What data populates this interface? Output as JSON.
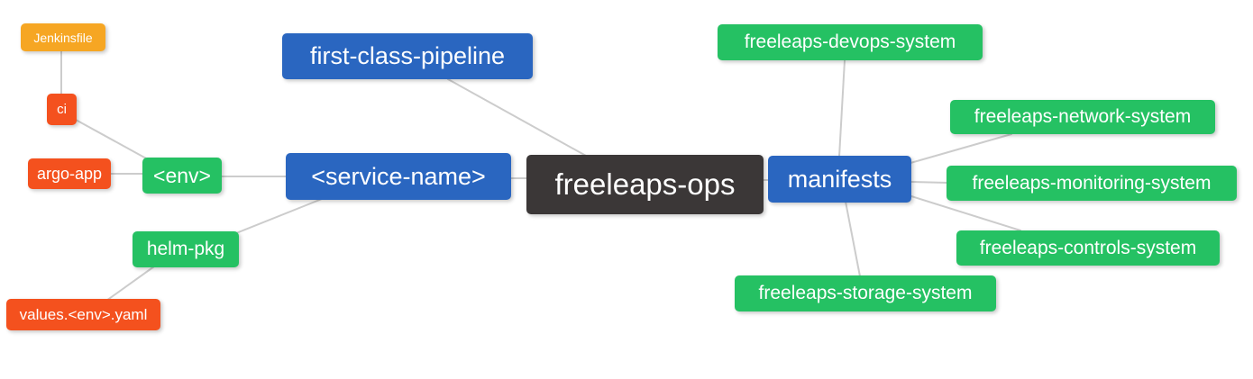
{
  "diagram": {
    "title": "freeleaps-ops repository structure mind map",
    "background_color": "#ffffff",
    "edge_color": "#cccccc",
    "palette": {
      "root_node": "#3b3737",
      "branch_blue": "#2a66c0",
      "branch_green": "#25c163",
      "leaf_red": "#f4511e",
      "leaf_orange": "#f6a623",
      "text": "#ffffff"
    },
    "nodes": {
      "freeleaps_ops": {
        "label": "freeleaps-ops"
      },
      "first_class_pipeline": {
        "label": "first-class-pipeline"
      },
      "service_name": {
        "label": "<service-name>"
      },
      "env": {
        "label": "<env>"
      },
      "ci": {
        "label": "ci"
      },
      "jenkinsfile": {
        "label": "Jenkinsfile"
      },
      "argo_app": {
        "label": "argo-app"
      },
      "helm_pkg": {
        "label": "helm-pkg"
      },
      "values_env_yaml": {
        "label": "values.<env>.yaml"
      },
      "manifests": {
        "label": "manifests"
      },
      "devops_system": {
        "label": "freeleaps-devops-system"
      },
      "network_system": {
        "label": "freeleaps-network-system"
      },
      "monitoring_system": {
        "label": "freeleaps-monitoring-system"
      },
      "controls_system": {
        "label": "freeleaps-controls-system"
      },
      "storage_system": {
        "label": "freeleaps-storage-system"
      }
    },
    "edges": [
      {
        "from": "Jenkinsfile",
        "to": "ci"
      },
      {
        "from": "ci",
        "to": "<env>"
      },
      {
        "from": "argo-app",
        "to": "<env>"
      },
      {
        "from": "<env>",
        "to": "<service-name>"
      },
      {
        "from": "helm-pkg",
        "to": "<service-name>"
      },
      {
        "from": "values.<env>.yaml",
        "to": "helm-pkg"
      },
      {
        "from": "first-class-pipeline",
        "to": "freeleaps-ops"
      },
      {
        "from": "<service-name>",
        "to": "freeleaps-ops"
      },
      {
        "from": "freeleaps-ops",
        "to": "manifests"
      },
      {
        "from": "manifests",
        "to": "freeleaps-devops-system"
      },
      {
        "from": "manifests",
        "to": "freeleaps-network-system"
      },
      {
        "from": "manifests",
        "to": "freeleaps-monitoring-system"
      },
      {
        "from": "manifests",
        "to": "freeleaps-controls-system"
      },
      {
        "from": "manifests",
        "to": "freeleaps-storage-system"
      }
    ]
  }
}
